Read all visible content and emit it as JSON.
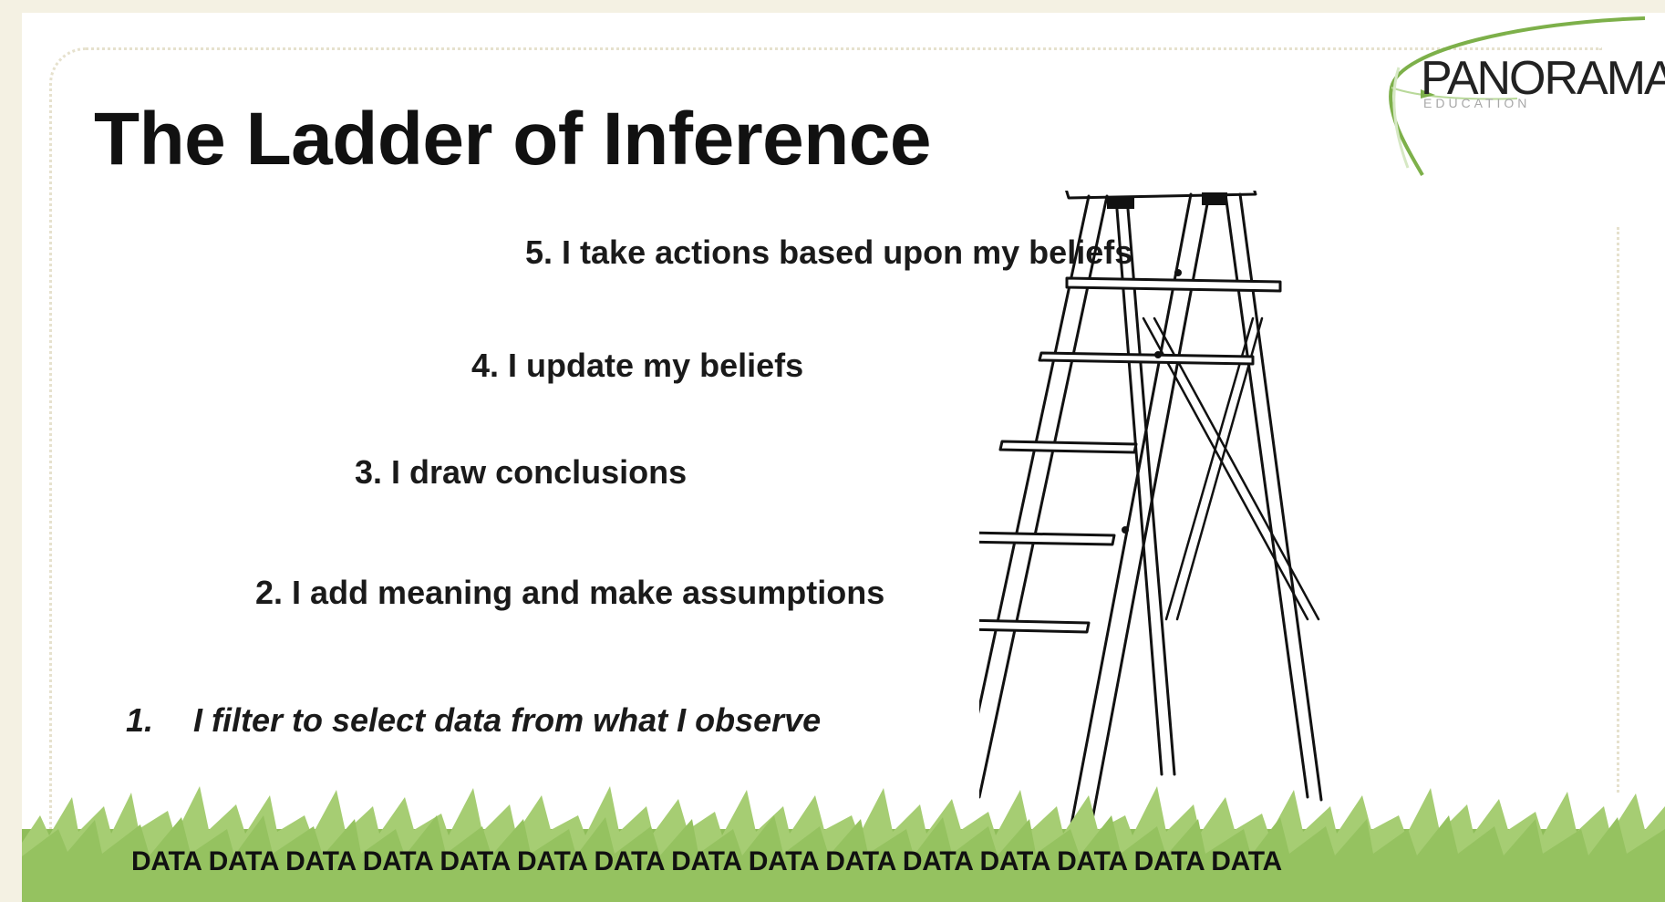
{
  "slide": {
    "title": "The Ladder of Inference",
    "steps": [
      {
        "number": "5.",
        "text": "I take actions based upon my beliefs"
      },
      {
        "number": "4.",
        "text": "I update my beliefs"
      },
      {
        "number": "3.",
        "text": "I draw conclusions"
      },
      {
        "number": "2.",
        "text": "I add meaning and make assumptions"
      },
      {
        "number": "1.",
        "text": "I filter to select data from what I observe"
      }
    ],
    "footer_text": "DATA DATA DATA DATA DATA DATA DATA DATA DATA DATA DATA DATA DATA DATA DATA"
  },
  "logo": {
    "name": "PANORAMA",
    "subtitle": "EDUCATION"
  },
  "colors": {
    "background": "#f4f1e3",
    "grass_light": "#a6cd73",
    "grass_dark": "#8fbd5a",
    "logo_arc": "#7db04a",
    "text": "#111111"
  },
  "icons": [
    "ladder-illustration",
    "grass-illustration",
    "panorama-logo-arc"
  ]
}
